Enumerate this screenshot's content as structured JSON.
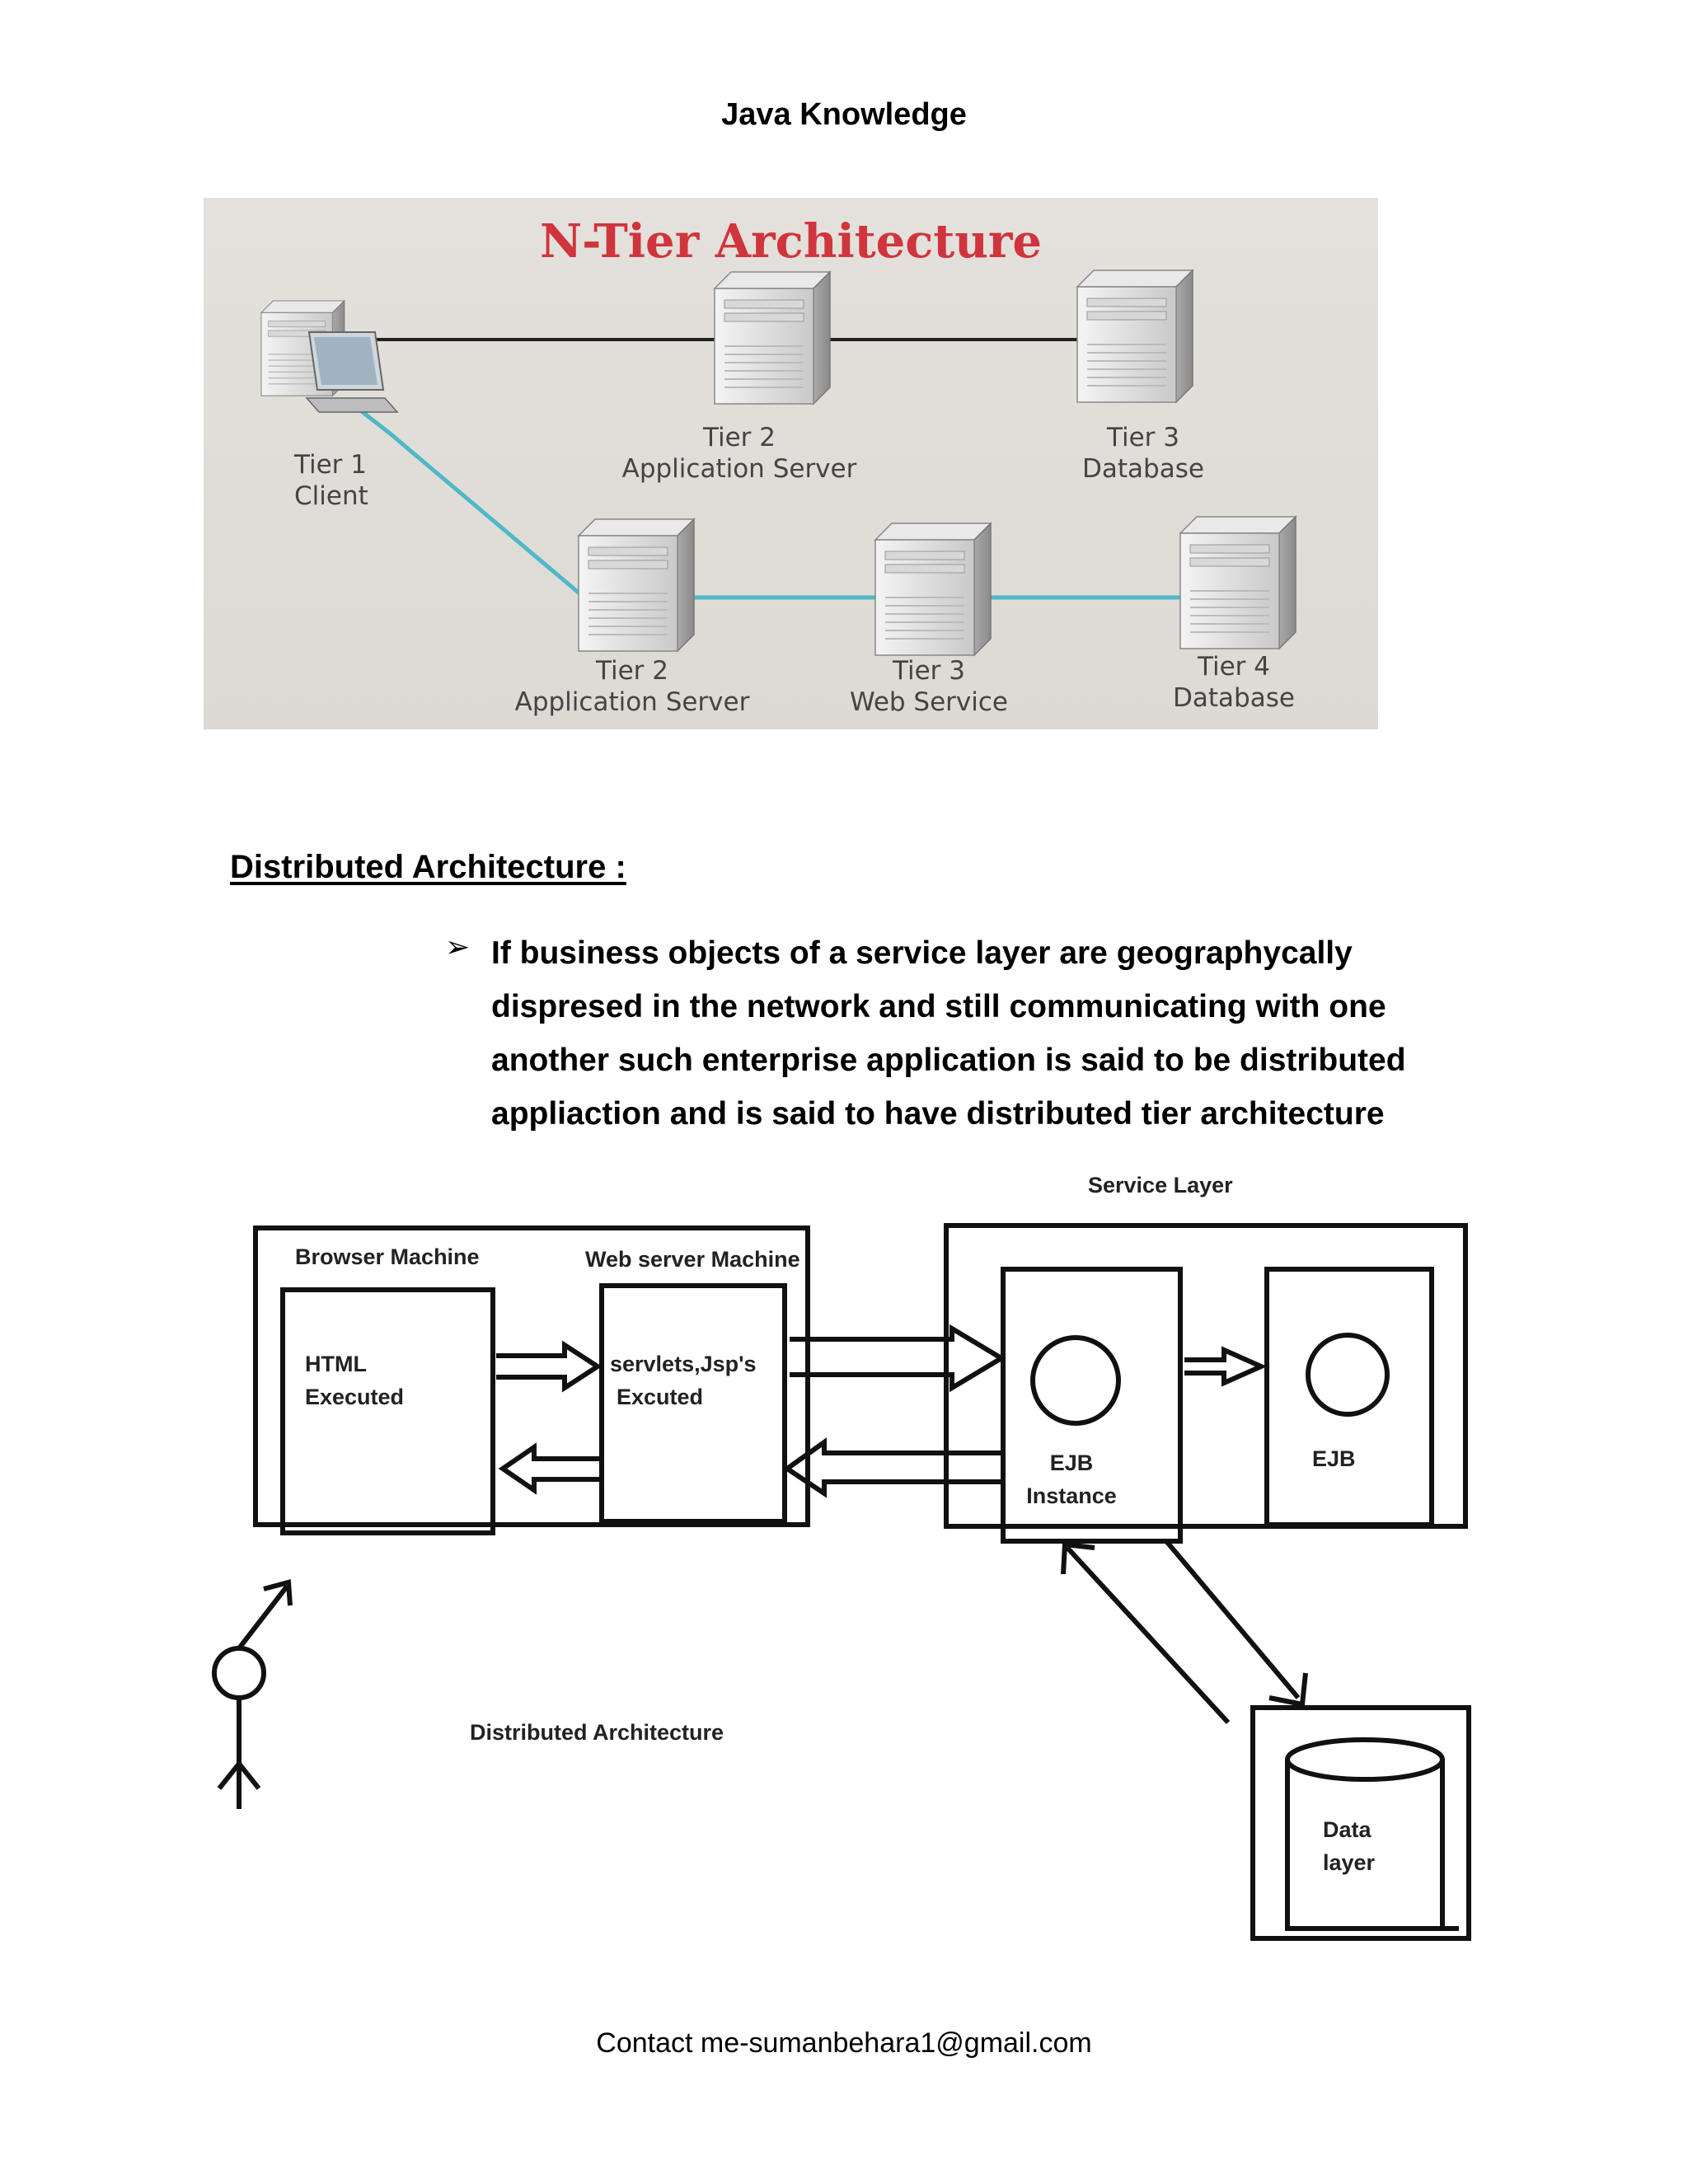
{
  "header": {
    "title": "Java Knowledge"
  },
  "ntier_figure": {
    "title": "N-Tier Architecture",
    "labels": {
      "client_tier": "Tier 1",
      "client_name": "Client",
      "top_app_tier": "Tier 2",
      "top_app_name": "Application Server",
      "top_db_tier": "Tier 3",
      "top_db_name": "Database",
      "bottom_app_tier": "Tier 2",
      "bottom_app_name": "Application Server",
      "web_tier": "Tier 3",
      "web_name": "Web Service",
      "bottom_db_tier": "Tier 4",
      "bottom_db_name": "Database"
    },
    "colors": {
      "title": "#d0343c",
      "top_link": "#222222",
      "bottom_link": "#4fb8c9"
    }
  },
  "section": {
    "heading": "Distributed Architecture :",
    "bullet_marker": "➢",
    "bullet": "If business objects of a service layer are geographycally dispresed in the network and still communicating with one another such enterprise application is said to be distributed appliaction and is said to have distributed tier architecture"
  },
  "distributed_diagram": {
    "service_layer": "Service Layer",
    "browser_machine": "Browser Machine",
    "web_server_machine": "Web server Machine",
    "html_line1": "HTML",
    "html_line2": "Executed",
    "servlets_line1": "servlets,Jsp's",
    "servlets_line2": "Excuted",
    "ejb_instance_line1": "EJB",
    "ejb_instance_line2": "Instance",
    "ejb": "EJB",
    "data_line1": "Data",
    "data_line2": "layer",
    "caption": "Distributed Architecture"
  },
  "footer": {
    "contact": "Contact me-sumanbehara1@gmail.com"
  }
}
